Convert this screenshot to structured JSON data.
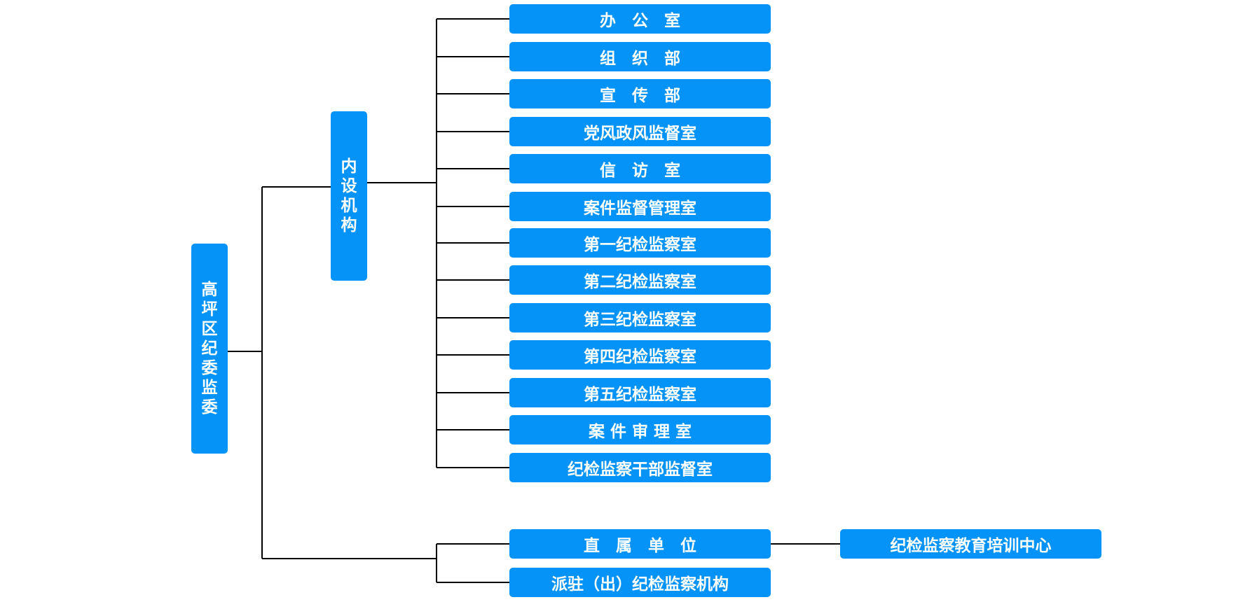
{
  "root": {
    "label": "高坪区纪委监委"
  },
  "internal": {
    "label": "内设机构",
    "items": [
      "办　公　室",
      "组　织　部",
      "宣　传　部",
      "党风政风监督室",
      "信　访　室",
      "案件监督管理室",
      "第一纪检监察室",
      "第二纪检监察室",
      "第三纪检监察室",
      "第四纪检监察室",
      "第五纪检监察室",
      "案 件 审 理 室",
      "纪检监察干部监督室"
    ]
  },
  "direct": {
    "label": "直　属　单　位",
    "child": "纪检监察教育培训中心"
  },
  "dispatched": {
    "label": "派驻（出）纪检监察机构"
  },
  "colors": {
    "box": "#0593f7",
    "text": "#ffffff",
    "line": "#000000"
  }
}
